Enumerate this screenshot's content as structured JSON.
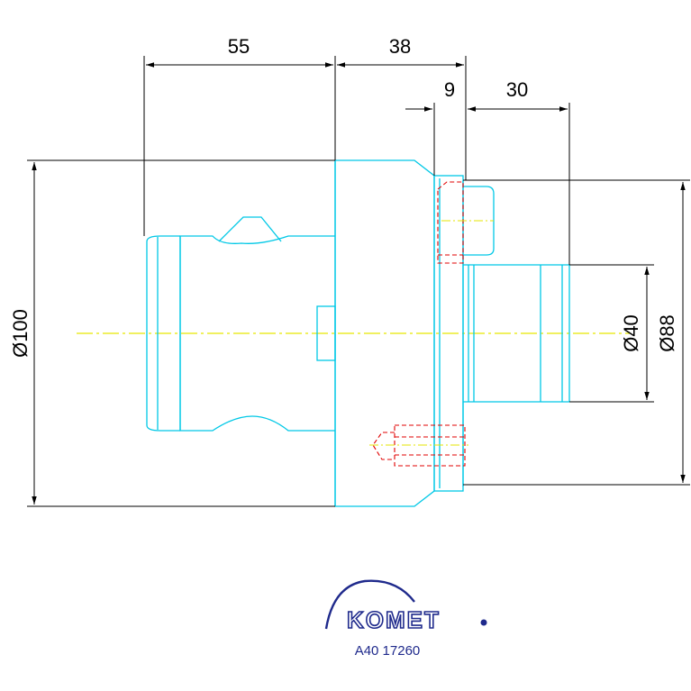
{
  "dimensions": {
    "d55": "55",
    "d38": "38",
    "d9": "9",
    "d30": "30",
    "dia100": "Ø100",
    "dia40": "Ø40",
    "dia88": "Ø88"
  },
  "brand": {
    "name": "KOMET",
    "part_number": "A40 17260"
  },
  "colors": {
    "outline": "#00c8e6",
    "hidden": "#e00000",
    "centerline": "#e6e600",
    "dimension": "#000000",
    "brand": "#1f2a8c"
  }
}
